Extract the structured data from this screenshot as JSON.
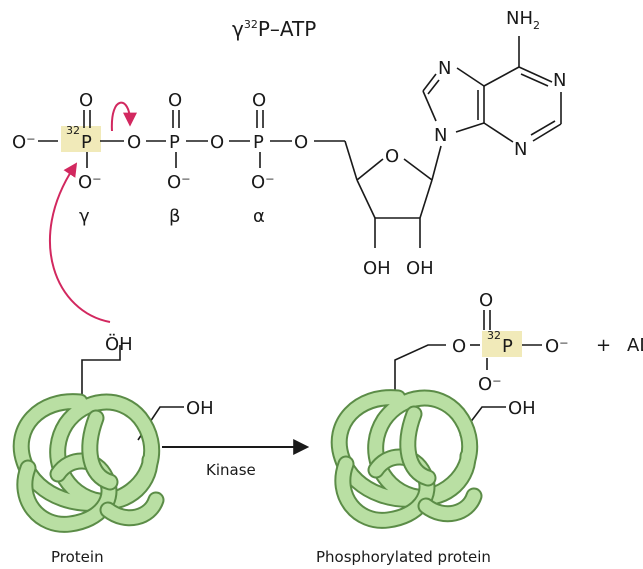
{
  "title": {
    "prefix": "γ",
    "sup": "32",
    "rest": "P–ATP"
  },
  "atp": {
    "o_minus_left": "O⁻",
    "o": "O",
    "p": "P",
    "p32_sup": "32",
    "o_minus": "O⁻",
    "gamma": "γ",
    "beta": "β",
    "alpha": "α",
    "ring_o": "O",
    "oh1": "OH",
    "oh2": "OH",
    "n": "N",
    "nh2": "NH",
    "nh2_sub": "2"
  },
  "protein": {
    "label": "Protein",
    "oh_top": "ÖH",
    "oh_side": "OH"
  },
  "reaction": {
    "enzyme": "Kinase",
    "plus": "+",
    "adp": "ADP"
  },
  "product": {
    "label": "Phosphorylated protein",
    "o": "O",
    "p": "P",
    "p32_sup": "32",
    "o_minus": "O⁻",
    "oh_side": "OH"
  },
  "colors": {
    "arrow": "#d2285f",
    "protein_fill": "#b9dfa3",
    "protein_stroke": "#5b8c47",
    "p32_highlight": "#f1eab9"
  }
}
